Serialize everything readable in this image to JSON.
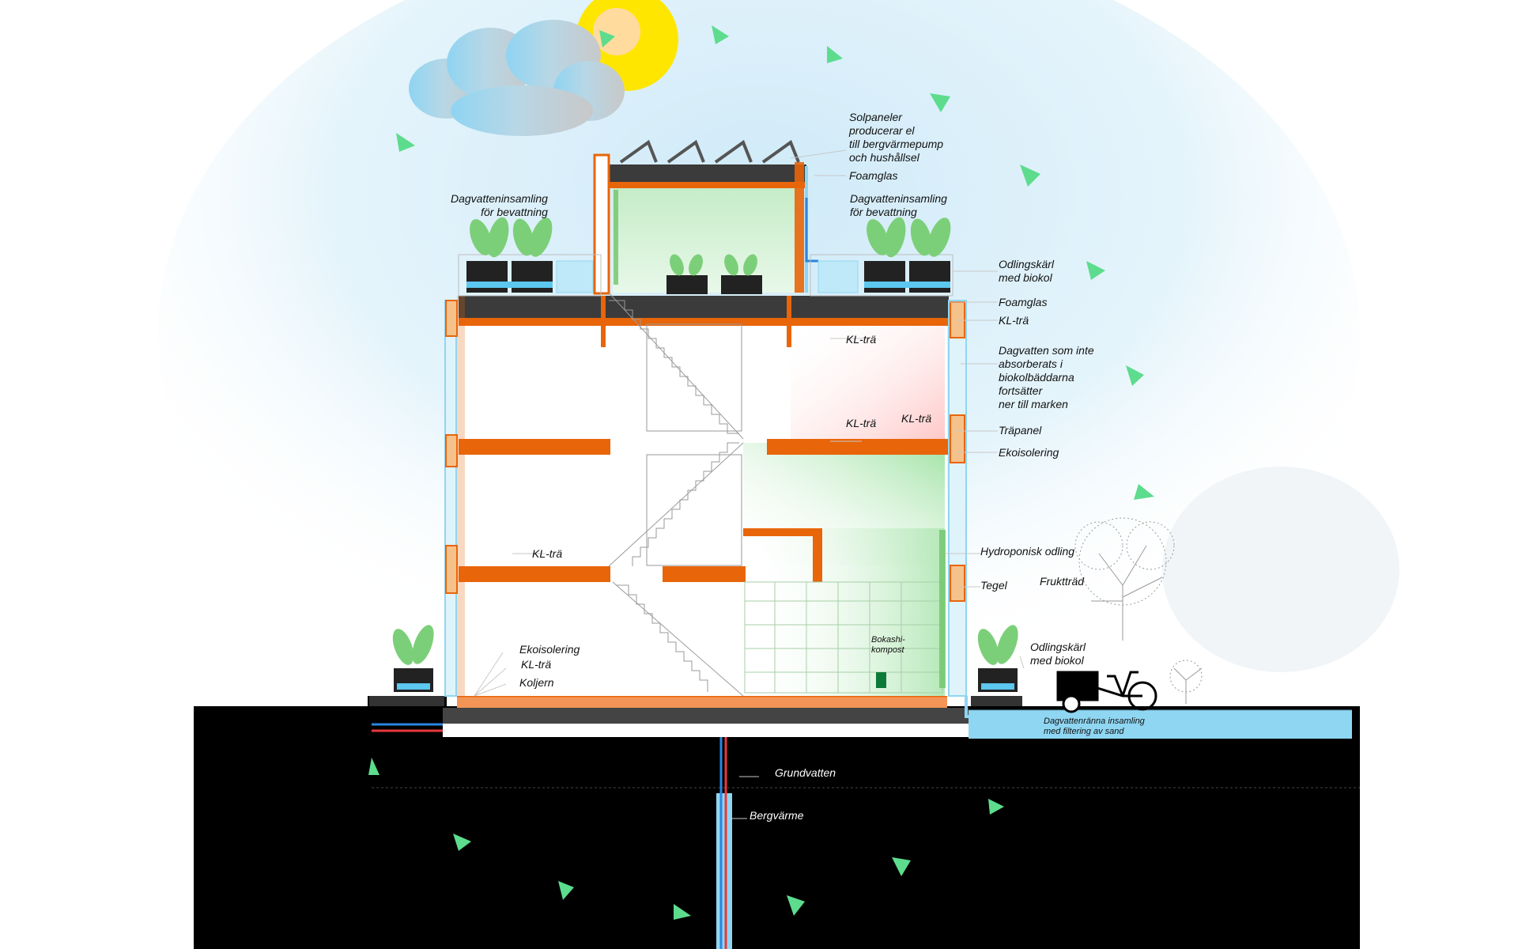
{
  "colors": {
    "timber": "#e8650a",
    "glass": "#8fd6f2",
    "plant": "#6fc46a",
    "ground": "#000000",
    "sun": "#ffe600",
    "triangle": "#5ddc8e",
    "pipe_hot": "#e8383b",
    "pipe_cold": "#2a86e0",
    "sky": "#cfeaf8"
  },
  "icons": [
    "sun-icon",
    "cloud-icon",
    "triangle-marker-icon",
    "solar-panel-icon",
    "plant-icon",
    "tree-icon",
    "cargo-bike-icon"
  ],
  "labels": {
    "solar": [
      "Solpaneler",
      "producerar el",
      "till bergvärmepump",
      "och hushållsel"
    ],
    "foamglas_top": "Foamglas",
    "storm_left": [
      "Dagvatteninsamling",
      "för bevattning"
    ],
    "storm_right": [
      "Dagvatteninsamling",
      "för bevattning"
    ],
    "planter_roof": [
      "Odlingskärl",
      "med biokol"
    ],
    "foamglas_roof": "Foamglas",
    "kl_roof": "KL-trä",
    "kl_room3": "KL-trä",
    "stormwater_desc": [
      "Dagvatten som inte",
      "absorberats i",
      "biokolbäddarna",
      "fortsätter",
      "ner till marken"
    ],
    "kl_floor3_a": "KL-trä",
    "kl_floor3_b": "KL-trä",
    "trapanel": "Träpanel",
    "ekoisolering_right": "Ekoisolering",
    "kl_floor2": "KL-trä",
    "hydroponic": "Hydroponisk odling",
    "tegel": "Tegel",
    "fruit_tree": "Fruktträd",
    "bokashi": [
      "Bokashi-",
      "kompost"
    ],
    "ekoisolering_ground": "Ekoisolering",
    "kl_ground": "KL-trä",
    "koljern": "Koljern",
    "planter_ground": [
      "Odlingskärl",
      "med biokol"
    ],
    "gutter": [
      "Dagvattenränna insamling",
      "med filtering av sand"
    ],
    "groundwater": "Grundvatten",
    "geothermal": "Bergvärme"
  }
}
